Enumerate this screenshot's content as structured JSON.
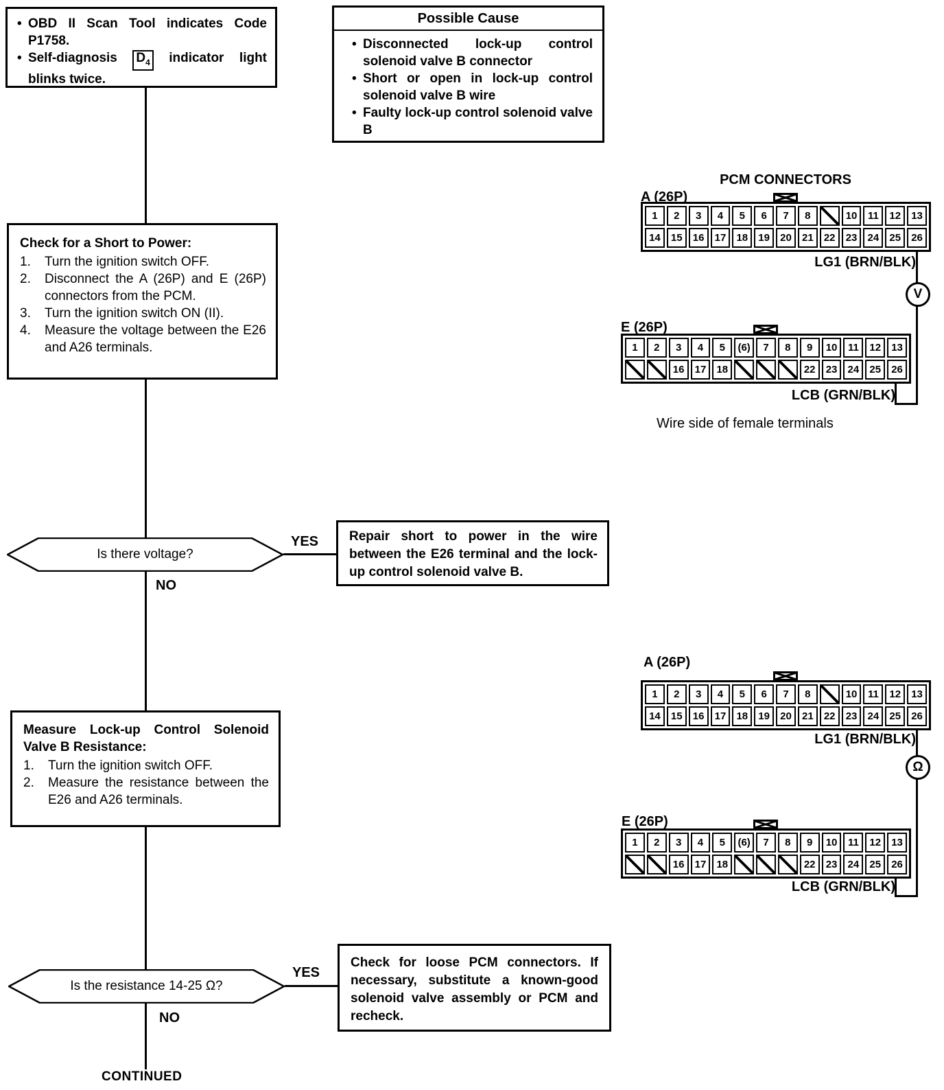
{
  "colors": {
    "ink": "#000000",
    "paper": "#ffffff"
  },
  "symptom": {
    "line1": "OBD II Scan Tool indicates Code P1758.",
    "line2_pre": "Self-diagnosis",
    "badge": "D",
    "badge_sub": "4",
    "line2_post": "indicator light blinks twice."
  },
  "possible_cause": {
    "title": "Possible Cause",
    "items": [
      "Disconnected lock-up control solenoid valve B connector",
      "Short or open in lock-up control solenoid valve B wire",
      "Faulty lock-up control solenoid valve B"
    ]
  },
  "check_power": {
    "title": "Check for a Short to Power:",
    "steps": [
      {
        "num": "1.",
        "text": "Turn the ignition switch OFF."
      },
      {
        "num": "2.",
        "text": "Disconnect the A (26P) and E (26P) connectors from the PCM."
      },
      {
        "num": "3.",
        "text": "Turn the ignition switch ON (II)."
      },
      {
        "num": "4.",
        "text": "Measure the voltage between the E26 and A26 terminals."
      }
    ]
  },
  "decision1": {
    "question": "Is there voltage?",
    "yes": "YES",
    "no": "NO"
  },
  "repair": {
    "text": "Repair short to power in the wire between the E26 terminal and the lock-up control solenoid valve B."
  },
  "measure": {
    "title": "Measure Lock-up Control Solenoid Valve B Resistance:",
    "steps": [
      {
        "num": "1.",
        "text": "Turn the ignition switch OFF."
      },
      {
        "num": "2.",
        "text": "Measure the resistance between the E26 and A26 terminals."
      }
    ]
  },
  "decision2": {
    "question": "Is the resistance 14-25 Ω?",
    "yes": "YES",
    "no": "NO"
  },
  "recheck": {
    "text": "Check for loose PCM connectors. If necessary, substitute a known-good solenoid valve assembly or PCM and recheck."
  },
  "continued": {
    "label": "CONTINUED"
  },
  "connectors": {
    "title": "PCM CONNECTORS",
    "a_label": "A (26P)",
    "e_label": "E (26P)",
    "lg1_label": "LG1 (BRN/BLK)",
    "lcb_label": "LCB (GRN/BLK)",
    "voltmeter": "V",
    "ohmmeter": "Ω",
    "wire_side_caption": "Wire side of female terminals",
    "a_rows": [
      [
        "1",
        "2",
        "3",
        "4",
        "5",
        "6",
        "7",
        "8",
        "/",
        "10",
        "11",
        "12",
        "13"
      ],
      [
        "14",
        "15",
        "16",
        "17",
        "18",
        "19",
        "20",
        "21",
        "22",
        "23",
        "24",
        "25",
        "26"
      ]
    ],
    "e_rows": [
      [
        "1",
        "2",
        "3",
        "4",
        "5",
        "(6)",
        "7",
        "8",
        "9",
        "10",
        "11",
        "12",
        "13"
      ],
      [
        "/",
        "/",
        "16",
        "17",
        "18",
        "/",
        "/",
        "/",
        "22",
        "23",
        "24",
        "25",
        "26"
      ]
    ]
  }
}
